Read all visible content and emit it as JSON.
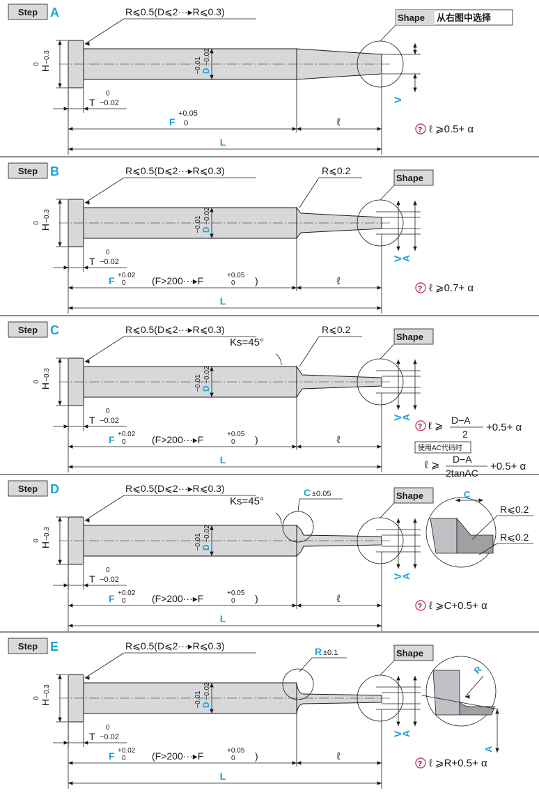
{
  "common": {
    "step_label": "Step",
    "shape_label": "Shape",
    "shape_choose_label": "从右图中选择",
    "radius_note": "R⩽0.5(D⩽2···▸R⩽0.3)",
    "h_tol_top": "0",
    "h_tol_bottom": "−0.3",
    "h_letter": "H",
    "d_tol_top": "−0.01",
    "d_tol_bottom": "−0.02",
    "d_letter": "D",
    "t_letter": "T",
    "t_tol_top": "0",
    "t_tol_bottom": "−0.02",
    "f_letter": "F",
    "f_tol_top_a": "+0.05",
    "f_tol_bottom": "0",
    "f_tol_top": "+0.02",
    "f_condition": "(F>200···▸F",
    "f_cond_tol_top": "+0.05",
    "f_cond_tol_bottom": "0",
    "f_close": ")",
    "ell": "ℓ",
    "l_letter": "L",
    "v_letter": "V",
    "a_letter": "A",
    "tip_r": "R⩽0.2",
    "ks": "Ks=45°"
  },
  "steps": [
    {
      "id": "A",
      "formula": "ℓ ⩾0.5+ α"
    },
    {
      "id": "B",
      "formula": "ℓ ⩾0.7+ α"
    },
    {
      "id": "C",
      "formula_prefix": "ℓ ⩾",
      "frac_top": "D−A",
      "frac_bottom": "2",
      "formula_suffix": "+0.5+ α",
      "ac_note": "使用AC代码时",
      "formula2_prefix": "ℓ ⩾",
      "frac2_top": "D−A",
      "frac2_bottom": "2tanAC",
      "formula2_suffix": "+0.5+ α"
    },
    {
      "id": "D",
      "c_letter": "C",
      "c_tol": "±0.05",
      "formula": "ℓ ⩾C+0.5+ α",
      "detail_c": "C",
      "detail_r1": "R⩽0.2",
      "detail_r2": "R⩽0.2"
    },
    {
      "id": "E",
      "r_letter": "R",
      "r_tol": "±0.1",
      "formula": "ℓ ⩾R+0.5+ α",
      "detail_r": "R",
      "detail_a": "A"
    }
  ],
  "colors": {
    "accent": "#1aa3d9",
    "body": "#d7d8da",
    "line": "#1a1a1a",
    "label_bg": "#d9d9d9"
  }
}
